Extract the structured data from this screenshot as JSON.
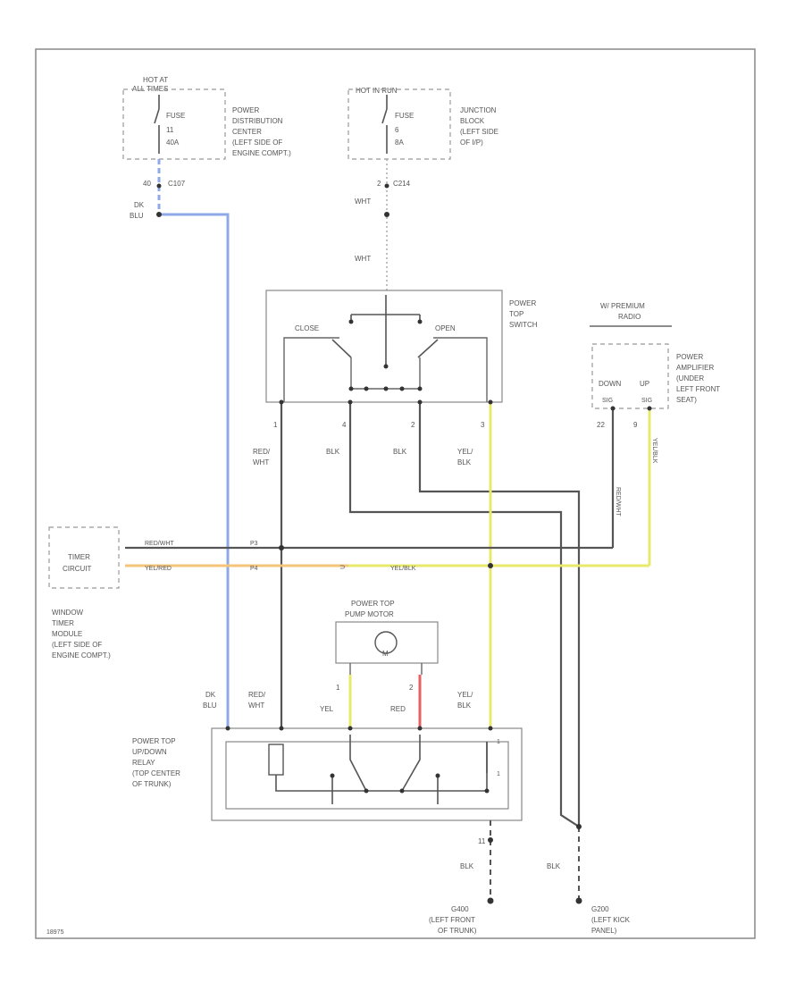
{
  "frame": {
    "fig_id": "18975"
  },
  "fuse_hot_at_all_times": {
    "hot_label_1": "HOT AT",
    "hot_label_2": "ALL TIMES",
    "fuse_label": "FUSE",
    "fuse_number": "11",
    "fuse_amps": "40A",
    "desc": [
      "POWER",
      "DISTRIBUTION",
      "CENTER",
      "(LEFT SIDE OF",
      "ENGINE COMPT.)"
    ],
    "pin": "40",
    "connector": "C107",
    "wire_color_1": "DK",
    "wire_color_2": "BLU"
  },
  "fuse_hot_in_run": {
    "hot_label": "HOT IN RUN",
    "fuse_label": "FUSE",
    "fuse_number": "6",
    "fuse_amps": "8A",
    "desc": [
      "JUNCTION",
      "BLOCK",
      "(LEFT SIDE",
      "OF I/P)"
    ],
    "pin": "2",
    "connector": "C214",
    "wire_color_a": "WHT",
    "wire_color_b": "WHT"
  },
  "power_top_switch": {
    "desc": [
      "POWER",
      "TOP",
      "SWITCH"
    ],
    "close_label": "CLOSE",
    "open_label": "OPEN",
    "pins": [
      "1",
      "4",
      "2",
      "3"
    ],
    "wires": [
      {
        "line1": "RED/",
        "line2": "WHT"
      },
      {
        "line1": "BLK",
        "line2": ""
      },
      {
        "line1": "BLK",
        "line2": ""
      },
      {
        "line1": "YEL/",
        "line2": "BLK"
      }
    ]
  },
  "power_amplifier": {
    "premium_1": "W/ PREMIUM",
    "premium_2": "RADIO",
    "desc": [
      "POWER",
      "AMPLIFIER",
      "(UNDER",
      "LEFT FRONT",
      "SEAT)"
    ],
    "down_label": "DOWN",
    "up_label": "UP",
    "down_sub": "SIG",
    "up_sub": "SIG",
    "pin_down": "22",
    "pin_up": "9",
    "wire_down": "RED/WHT",
    "wire_up": "YEL/BLK"
  },
  "timer_module": {
    "circuit_1": "TIMER",
    "circuit_2": "CIRCUIT",
    "desc": [
      "WINDOW",
      "TIMER",
      "MODULE",
      "(LEFT SIDE OF",
      "ENGINE COMPT.)"
    ],
    "wire_top": "RED/WHT",
    "wire_bottom": "YEL/RED",
    "pin_top": "P3",
    "pin_bottom": "P4",
    "splice_wire": "YEL/BLK"
  },
  "pump_motor": {
    "title_1": "POWER TOP",
    "title_2": "PUMP MOTOR",
    "symbol": "M",
    "pins": [
      "1",
      "2"
    ],
    "wire_left": "YEL",
    "wire_right": "RED"
  },
  "relay": {
    "desc": [
      "POWER TOP",
      "UP/DOWN",
      "RELAY",
      "(TOP CENTER",
      "OF TRUNK)"
    ],
    "wire_dkblu_1": "DK",
    "wire_dkblu_2": "BLU",
    "wire_redwht_1": "RED/",
    "wire_redwht_2": "WHT",
    "wire_yelblk_1": "YEL/",
    "wire_yelblk_2": "BLK"
  },
  "grounds": {
    "g1_pin": "11",
    "g1_wire": "BLK",
    "g1_id": "G400",
    "g1_desc_1": "(LEFT FRONT",
    "g1_desc_2": "OF TRUNK)",
    "g2_wire": "BLK",
    "g2_id": "G200",
    "g2_desc_1": "(LEFT KICK",
    "g2_desc_2": "PANEL)"
  },
  "colors": {
    "dk_blu": "#8fa8e8",
    "yel": "#e8e86a",
    "orange": "#f5c47a",
    "red": "#e86060",
    "wire": "#555555",
    "frame": "#888888"
  }
}
